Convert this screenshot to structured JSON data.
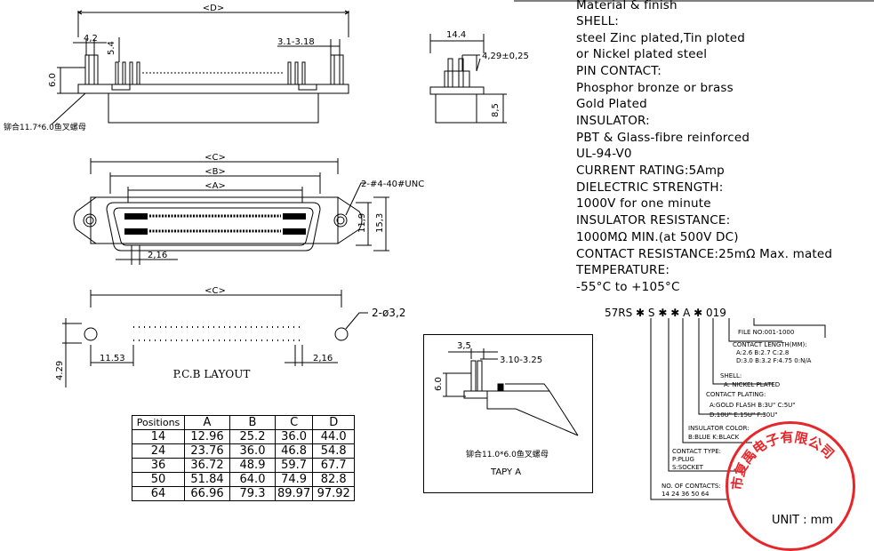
{
  "top_view": {
    "dim_D": "<D>",
    "dim_4_2": "4,2",
    "dim_5_4": "5.4",
    "dim_3_1_3_18": "3.1-3.18",
    "dim_6_0": "6.0",
    "nut_note": "铆合11.7*6.0鱼叉螺母"
  },
  "side_view": {
    "dim_14_4": "14.4",
    "dim_4_29": "4,29±0,25",
    "dim_8_5": "8,5"
  },
  "front_view": {
    "dim_C": "<C>",
    "dim_B": "<B>",
    "dim_A": "<A>",
    "screw_note": "2-#4-40#UNC",
    "dim_11_9": "11,9",
    "dim_15_3": "15,3",
    "dim_2_16": "2,16"
  },
  "pcb": {
    "dim_C": "<C>",
    "hole_note": "2-ø3,2",
    "dim_11_53": "11.53",
    "dim_2_16": "2,16",
    "dim_4_29": "4.29",
    "title": "P.C.B LAYOUT"
  },
  "specs": [
    "Material & finish",
    "SHELL:",
    "steel Zinc plated,Tin ploted",
    "or Nickel plated steel",
    "PIN CONTACT:",
    "Phosphor bronze or brass",
    "Gold Plated",
    "INSULATOR:",
    "PBT & Glass-fibre reinforced",
    "UL-94-V0",
    "CURRENT RATING:5Amp",
    "DIELECTRIC STRENGTH:",
    "1000V for one minute",
    "INSULATOR RESISTANCE:",
    "1000MΩ MIN.(at 500V DC)",
    "CONTACT RESISTANCE:25mΩ Max. mated",
    "TEMPERATURE:",
    "-55°C to +105°C"
  ],
  "table": {
    "headers": [
      "Positions",
      "A",
      "B",
      "C",
      "D"
    ],
    "rows": [
      [
        "14",
        "12.96",
        "25.2",
        "36.0",
        "44.0"
      ],
      [
        "24",
        "23.76",
        "36.0",
        "46.8",
        "54.8"
      ],
      [
        "36",
        "36.72",
        "48.9",
        "59.7",
        "67.7"
      ],
      [
        "50",
        "51.84",
        "64.0",
        "74.9",
        "82.8"
      ],
      [
        "64",
        "66.96",
        "79.3",
        "89.97",
        "97.92"
      ]
    ]
  },
  "tapy": {
    "dim_3_5": "3,5",
    "dim_3_10_3_25": "3.10-3.25",
    "dim_6_0": "6.0",
    "nut_note": "铆合11.0*6.0鱼叉螺母",
    "label": "TAPY A"
  },
  "part_number": {
    "code": "57RS ✱ S ✱ ✱ A ✱ 019",
    "file_no": "FILE NO:001-1000",
    "contact_length_title": "CONTACT LENGTH(MM):",
    "contact_length_1": "A:2.6   B:2.7   C:2.8",
    "contact_length_2": "D:3.0   B:3.2   F:4.75   0:N/A",
    "shell_title": "SHELL:",
    "shell_value": "A: NICKEL PLATED",
    "plating_title": "CONTACT PLATING:",
    "plating_1": "A:GOLD FLASH   B:3U\"  C:5U\"",
    "plating_2": "D:10U\"  E:15U\"  F:30U\"",
    "insulator_title": "INSULATOR COLOR:",
    "insulator_value": "B:BLUE  K:BLACK",
    "type_title": "CONTACT TYPE:",
    "type_1": "P:PLUG",
    "type_2": "S:SOCKET",
    "contacts_title": "NO. OF CONTACTS:",
    "contacts_value": "14  24  36  50  64"
  },
  "stamp_text": "市复禹电子有限公司",
  "unit_label": "UNIT : mm",
  "colors": {
    "line": "#000000",
    "stamp": "#e8262a"
  }
}
